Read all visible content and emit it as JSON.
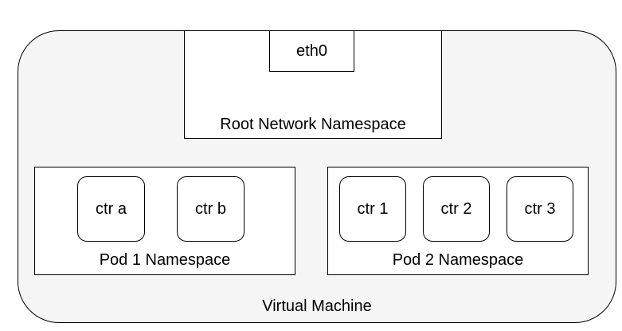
{
  "vm": {
    "label": "Virtual Machine"
  },
  "root_ns": {
    "label": "Root Network Namespace",
    "interface": "eth0"
  },
  "pod1": {
    "label": "Pod 1 Namespace",
    "containers": [
      "ctr a",
      "ctr b"
    ]
  },
  "pod2": {
    "label": "Pod 2 Namespace",
    "containers": [
      "ctr 1",
      "ctr 2",
      "ctr 3"
    ]
  }
}
